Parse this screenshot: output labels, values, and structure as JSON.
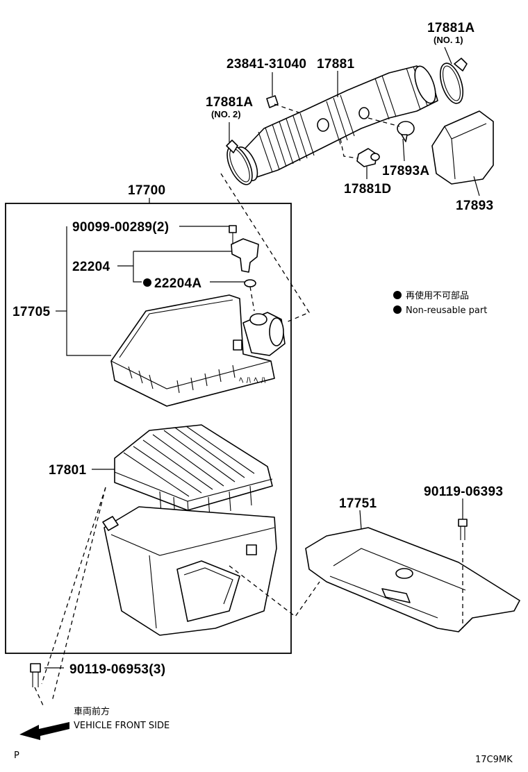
{
  "labels": {
    "p17881A_no1": "17881A",
    "p17881A_no1_sub": "(NO. 1)",
    "p23841": "23841-31040",
    "p17881": "17881",
    "p17881A_no2": "17881A",
    "p17881A_no2_sub": "(NO. 2)",
    "p17893A": "17893A",
    "p17881D": "17881D",
    "p17893": "17893",
    "p17700": "17700",
    "p90099": "90099-00289(2)",
    "p22204": "22204",
    "p22204A": "22204A",
    "p17705": "17705",
    "p17801": "17801",
    "p17751": "17751",
    "p90119_06393": "90119-06393",
    "p90119_06953": "90119-06953(3)"
  },
  "legend": {
    "non_reusable_jp": "再使用不可部品",
    "non_reusable_en": "Non-reusable part"
  },
  "direction": {
    "jp": "車両前方",
    "en": "VEHICLE FRONT SIDE"
  },
  "footer": {
    "page_mark": "P",
    "diagram_code": "17C9MK"
  }
}
